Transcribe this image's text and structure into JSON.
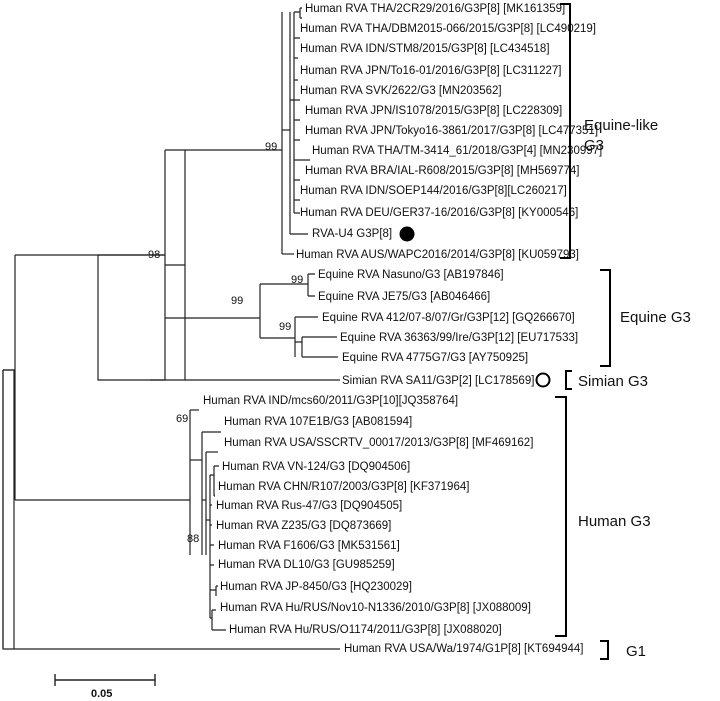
{
  "leaves": [
    "Human RVA THA/2CR29/2016/G3P[8] [MK161359]",
    "Human RVA THA/DBM2015-066/2015/G3P[8] [LC490219]",
    "Human RVA IDN/STM8/2015/G3P[8] [LC434518]",
    "Human RVA JPN/To16-01/2016/G3P[8] [LC311227]",
    "Human RVA SVK/2622/G3 [MN203562]",
    "Human RVA JPN/IS1078/2015/G3P[8] [LC228309]",
    "Human RVA JPN/Tokyo16-3861/2017/G3P[8] [LC477351]",
    "Human RVA THA/TM-3414_61/2018/G3P[4] [MN230997]",
    "Human RVA BRA/IAL-R608/2015/G3P[8] [MH569774]",
    "Human RVA IDN/SOEP144/2016/G3P[8][LC260217]",
    "Human RVA DEU/GER37-16/2016/G3P[8] [KY000546]",
    "RVA-U4 G3P[8]",
    "Human RVA AUS/WAPC2016/2014/G3P[8] [KU059793]",
    "Equine RVA Nasuno/G3 [AB197846]",
    "Equine RVA JE75/G3 [AB046466]",
    "Equine RVA 412/07-8/07/Gr/G3P[12] [GQ266670]",
    "Equine RVA 36363/99/Ire/G3P[12] [EU717533]",
    "Equine RVA 4775G7/G3 [AY750925]",
    "Simian RVA SA11/G3P[2] [LC178569]",
    "Human RVA IND/mcs60/2011/G3P[10][JQ358764]",
    "Human RVA 107E1B/G3 [AB081594]",
    "Human RVA USA/SSCRTV_00017/2013/G3P[8] [MF469162]",
    "Human RVA VN-124/G3 [DQ904506]",
    "Human RVA CHN/R107/2003/G3P[8] [KF371964]",
    "Human RVA Rus-47/G3 [DQ904505]",
    "Human RVA Z235/G3 [DQ873669]",
    "Human RVA F1606/G3 [MK531561]",
    "Human RVA DL10/G3 [GU985259]",
    "Human RVA JP-8450/G3 [HQ230029]",
    "Human RVA Hu/RUS/Nov10-N1336/2010/G3P[8] [JX088009]",
    "Human RVA Hu/RUS/O1174/2011/G3P[8] [JX088020]",
    "Human RVA USA/Wa/1974/G1P[8] [KT694944]"
  ],
  "bootstrap": [
    "99",
    "98",
    "99",
    "99",
    "99",
    "69",
    "88"
  ],
  "clades": [
    {
      "line1": "Equine-like",
      "line2": "G3"
    },
    {
      "line1": "Equine G3",
      "line2": ""
    },
    {
      "line1": "Simian G3",
      "line2": ""
    },
    {
      "line1": "Human G3",
      "line2": ""
    },
    {
      "line1": "G1",
      "line2": ""
    }
  ],
  "scale_label": "0.05",
  "markers": {
    "study_strain": "filled-circle",
    "simian": "open-circle"
  }
}
